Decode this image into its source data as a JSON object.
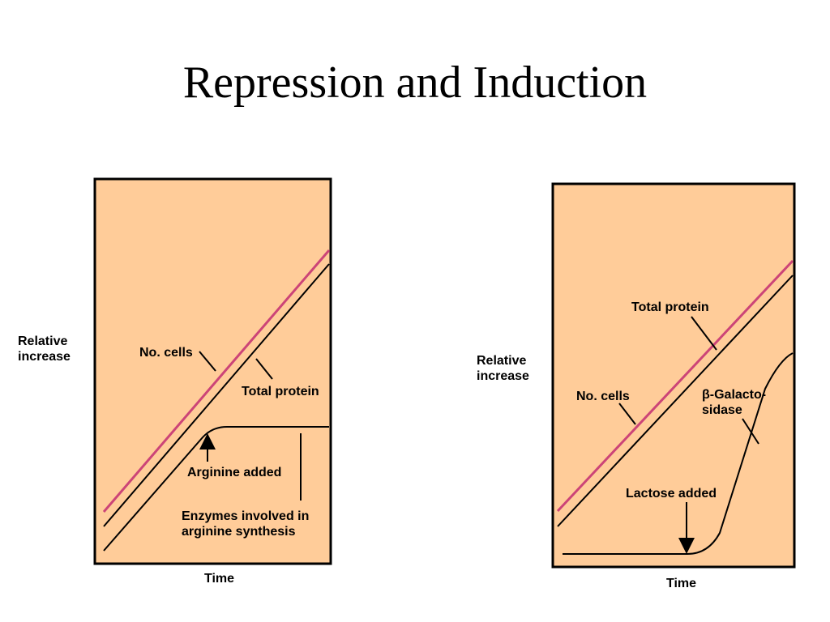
{
  "slide": {
    "title": "Repression and Induction"
  },
  "colors": {
    "panel_fill": "#FFCC99",
    "cells_line": "#CC4477",
    "line": "#000000"
  },
  "left_panel": {
    "ylabel_line1": "Relative",
    "ylabel_line2": "increase",
    "xlabel": "Time",
    "label_cells": "No. cells",
    "label_protein": "Total protein",
    "label_added": "Arginine added",
    "label_enzymes_line1": "Enzymes involved in",
    "label_enzymes_line2": "arginine synthesis"
  },
  "right_panel": {
    "ylabel_line1": "Relative",
    "ylabel_line2": "increase",
    "xlabel": "Time",
    "label_cells": "No. cells",
    "label_protein": "Total protein",
    "label_galacto_line1": "β-Galacto-",
    "label_galacto_line2": "sidase",
    "label_added": "Lactose added"
  }
}
